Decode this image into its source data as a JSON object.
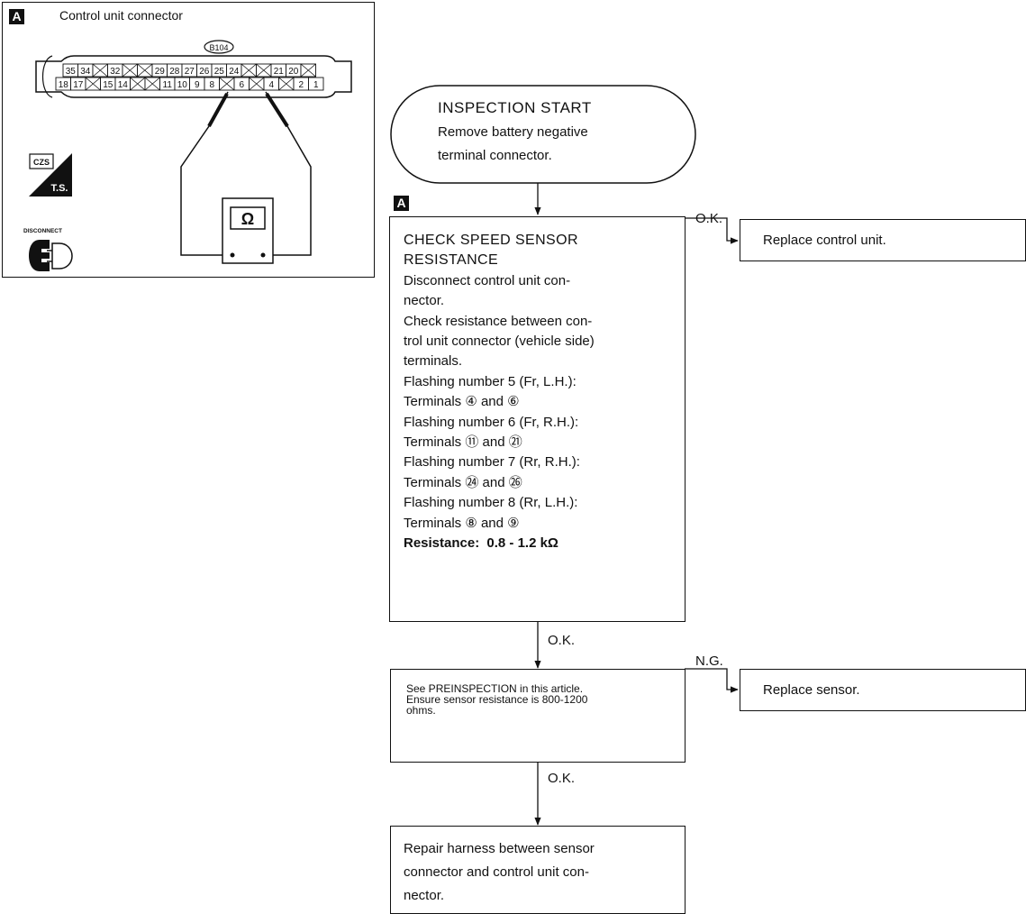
{
  "inset": {
    "marker": "A",
    "title": "Control unit connector",
    "connector_id": "B104",
    "top_row": [
      "35",
      "34",
      "",
      "32",
      "",
      "",
      "29",
      "28",
      "27",
      "26",
      "25",
      "24",
      "",
      "",
      "21",
      "20",
      ""
    ],
    "bottom_row": [
      "18",
      "17",
      "",
      "15",
      "14",
      "",
      "",
      "11",
      "10",
      "9",
      "8",
      "",
      "6",
      "",
      "4",
      "",
      "2",
      "1"
    ],
    "ts_label": "T.S.",
    "ts_badge": "CZS",
    "disconnect_label": "DISCONNECT",
    "ohm_symbol": "Ω"
  },
  "flow": {
    "start": {
      "title": "INSPECTION START",
      "lines": [
        "Remove battery negative",
        "terminal connector."
      ]
    },
    "step_marker": "A",
    "check": {
      "title_lines": [
        "CHECK SPEED SENSOR",
        "RESISTANCE"
      ],
      "body_lines": [
        "Disconnect control unit con-",
        "nector.",
        "Check resistance between con-",
        "trol unit connector (vehicle side)",
        "terminals.",
        "Flashing number 5 (Fr, L.H.):",
        "Terminals ④ and ⑥",
        "Flashing number 6 (Fr, R.H.):",
        "Terminals ⑪ and ㉑",
        "Flashing number 7 (Rr, R.H.):",
        "Terminals ㉔ and ㉖",
        "Flashing number 8 (Rr, L.H.):",
        "Terminals ⑧ and ⑨"
      ],
      "spec_label": "Resistance:",
      "spec_value": "0.8 - 1.2 kΩ"
    },
    "ok_label_1": "O.K.",
    "replace_unit": "Replace control unit.",
    "ok_label_2": "O.K.",
    "preinspection": {
      "lines": [
        "See PREINSPECTION in this article.",
        "Ensure sensor resistance is 800-1200",
        "ohms."
      ]
    },
    "ng_label": "N.G.",
    "replace_sensor": "Replace sensor.",
    "ok_label_3": "O.K.",
    "repair": {
      "lines": [
        "Repair harness between sensor",
        "connector and control unit con-",
        "nector."
      ]
    }
  }
}
